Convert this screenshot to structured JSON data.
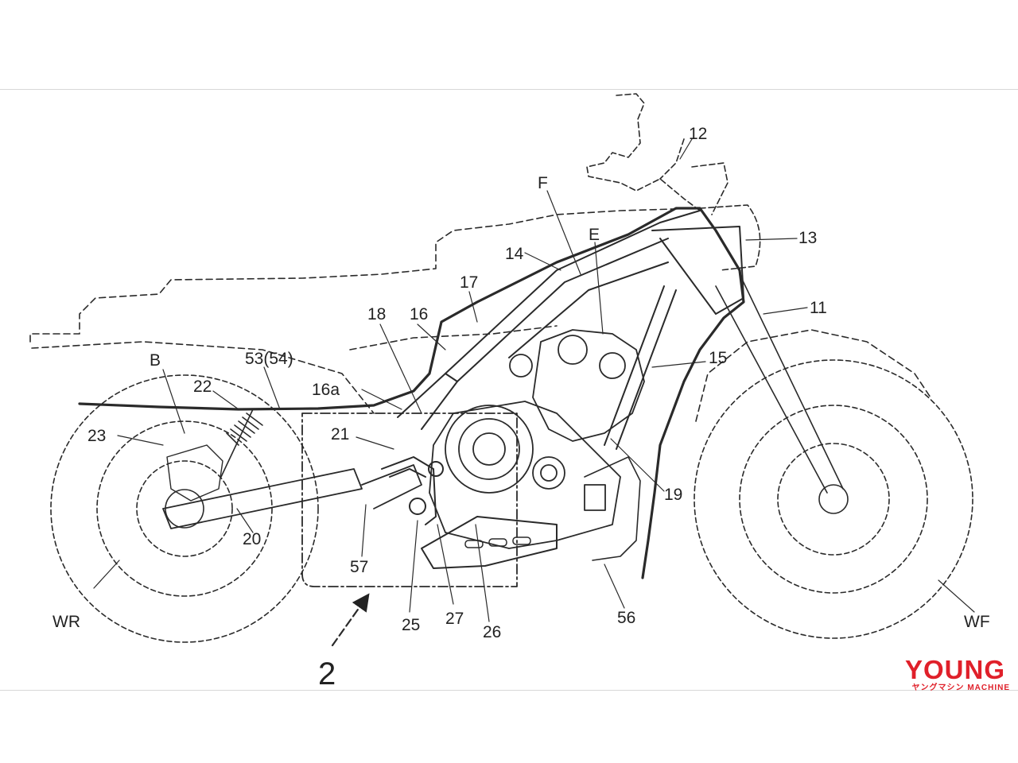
{
  "labels": {
    "n12": "12",
    "n13": "13",
    "n11": "11",
    "F": "F",
    "E": "E",
    "n14": "14",
    "n17": "17",
    "n18": "18",
    "n16": "16",
    "n15": "15",
    "B": "B",
    "n53_54": "53(54)",
    "n22": "22",
    "n16a": "16a",
    "n21": "21",
    "n23": "23",
    "n19": "19",
    "n20": "20",
    "n57": "57",
    "n25": "25",
    "n27": "27",
    "n26": "26",
    "n56": "56",
    "WR": "WR",
    "WF": "WF",
    "n2": "2"
  },
  "watermark": {
    "main": "YOUNG",
    "sub": "ヤングマシン MACHINE"
  },
  "colors": {
    "line": "#2a2a2a",
    "watermark": "#e0202a"
  }
}
